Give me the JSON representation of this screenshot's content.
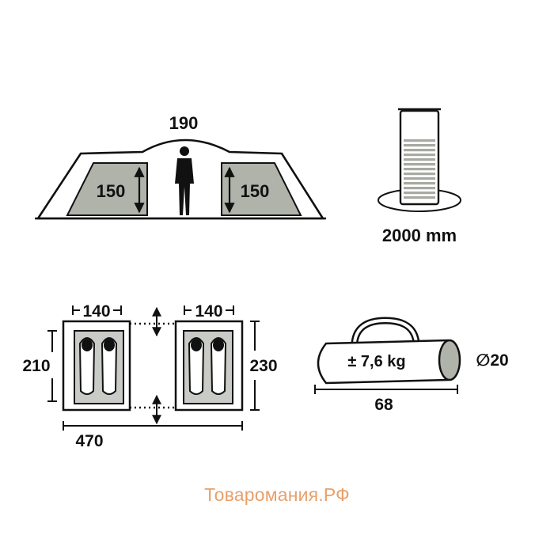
{
  "colors": {
    "ink": "#111111",
    "panel_fill": "#b0b3aa",
    "floor_fill": "#c9cbc6",
    "bag_fill": "#dcdcdc",
    "watermark": "#e8a06a"
  },
  "tent_profile": {
    "center_height": "190",
    "left_height": "150",
    "right_height": "150"
  },
  "waterproof": {
    "label": "2000 mm",
    "icon": "water-column-icon"
  },
  "floor_plan": {
    "left_room_width": "140",
    "right_room_width": "140",
    "depth_inner": "210",
    "depth_outer": "230",
    "total_length": "470"
  },
  "bag": {
    "weight": "± 7,6 kg",
    "diameter": "∅20",
    "length": "68"
  },
  "watermark": "Товаромания.РФ"
}
